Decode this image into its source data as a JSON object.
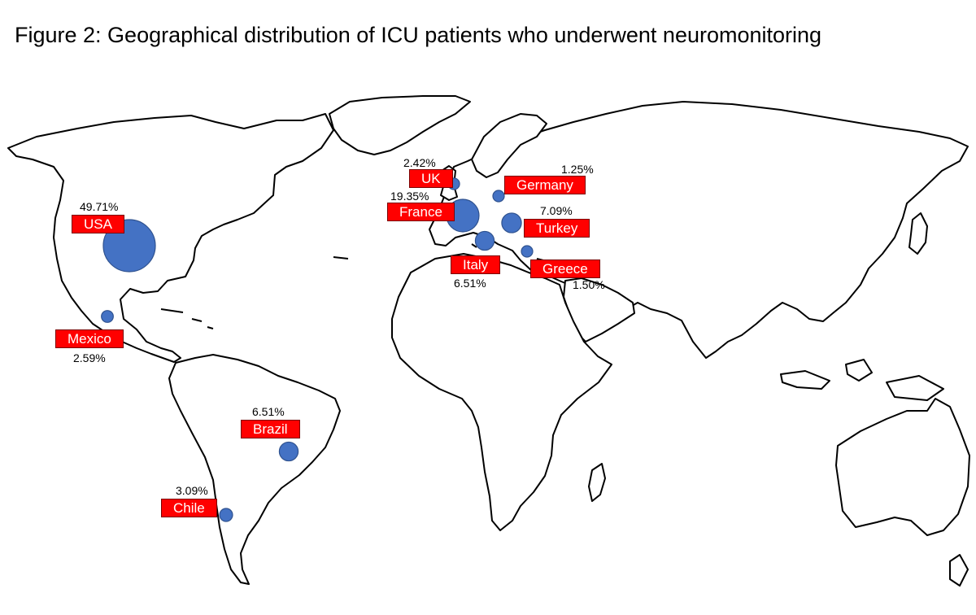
{
  "title": "Figure 2: Geographical distribution of ICU patients who underwent neuromonitoring",
  "colors": {
    "bubble": "#4472c4",
    "label_bg": "#ff0000",
    "label_text": "#ffffff"
  },
  "countries": [
    {
      "name": "USA",
      "percent": "49.71%",
      "value": 49.71
    },
    {
      "name": "France",
      "percent": "19.35%",
      "value": 19.35
    },
    {
      "name": "Turkey",
      "percent": "7.09%",
      "value": 7.09
    },
    {
      "name": "Italy",
      "percent": "6.51%",
      "value": 6.51
    },
    {
      "name": "Brazil",
      "percent": "6.51%",
      "value": 6.51
    },
    {
      "name": "Chile",
      "percent": "3.09%",
      "value": 3.09
    },
    {
      "name": "Mexico",
      "percent": "2.59%",
      "value": 2.59
    },
    {
      "name": "UK",
      "percent": "2.42%",
      "value": 2.42
    },
    {
      "name": "Greece",
      "percent": "1.50%",
      "value": 1.5
    },
    {
      "name": "Germany",
      "percent": "1.25%",
      "value": 1.25
    }
  ]
}
